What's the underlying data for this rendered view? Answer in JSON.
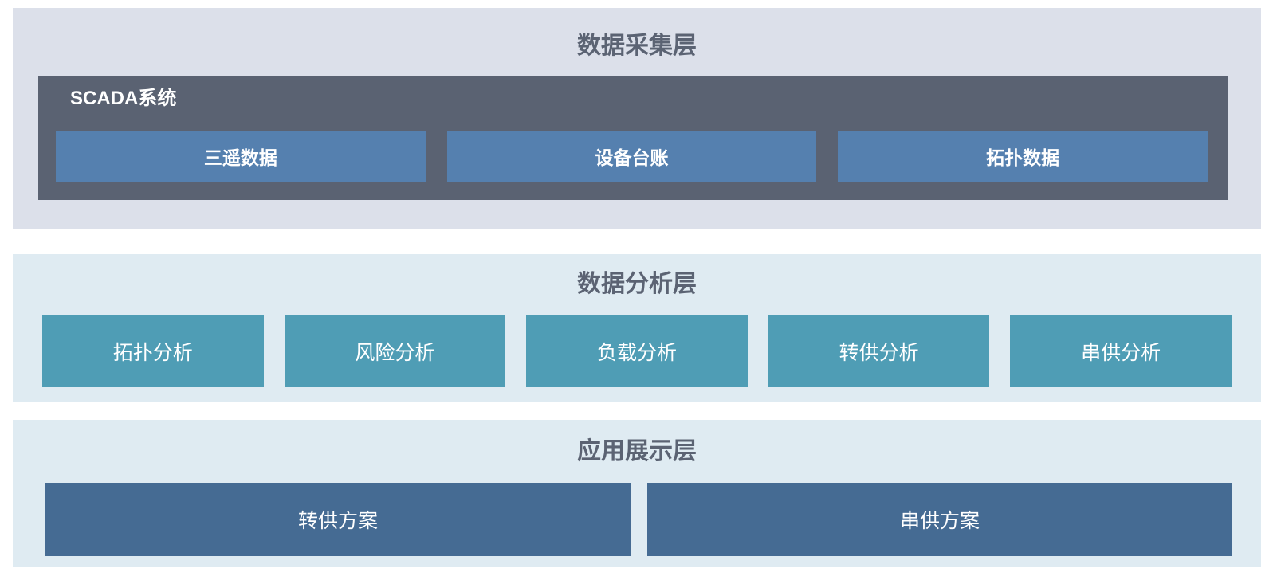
{
  "colors": {
    "page_background": "#ffffff",
    "collection_panel_bg": "#dce0ea",
    "scada_group_bg": "#5a6272",
    "collection_box_bg": "#5580af",
    "analysis_panel_bg": "#dfebf2",
    "analysis_box_bg": "#4f9db5",
    "application_panel_bg": "#dfebf2",
    "application_box_bg": "#456b93",
    "layer_title_text": "#5b6373",
    "box_text": "#ffffff"
  },
  "layers": {
    "collection": {
      "title": "数据采集层",
      "scada": {
        "label": "SCADA系统",
        "items": [
          {
            "label": "三遥数据"
          },
          {
            "label": "设备台账"
          },
          {
            "label": "拓扑数据"
          }
        ]
      }
    },
    "analysis": {
      "title": "数据分析层",
      "items": [
        {
          "label": "拓扑分析"
        },
        {
          "label": "风险分析"
        },
        {
          "label": "负载分析"
        },
        {
          "label": "转供分析"
        },
        {
          "label": "串供分析"
        }
      ]
    },
    "application": {
      "title": "应用展示层",
      "items": [
        {
          "label": "转供方案"
        },
        {
          "label": "串供方案"
        }
      ]
    }
  }
}
